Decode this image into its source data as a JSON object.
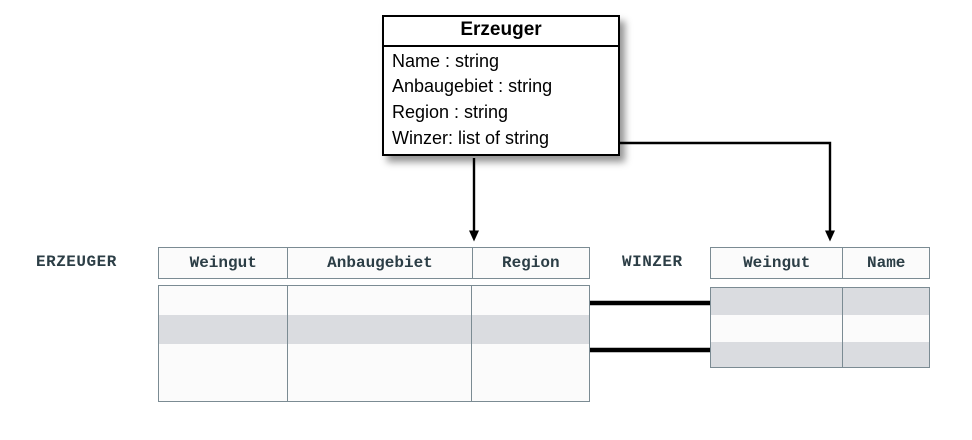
{
  "diagram": {
    "title_hidden": "",
    "uml_class": {
      "name": "Erzeuger",
      "attributes": [
        "Name : string",
        "Anbaugebiet : string",
        "Region : string",
        "Winzer: list of string"
      ]
    },
    "tables": [
      {
        "name": "ERZEUGER",
        "columns": [
          "Weingut",
          "Anbaugebiet",
          "Region"
        ],
        "row_count": 4,
        "highlighted_rows": [
          2
        ]
      },
      {
        "name": "WINZER",
        "columns": [
          "Weingut",
          "Name"
        ],
        "row_count": 3,
        "highlighted_rows": [
          1,
          3
        ]
      }
    ],
    "colors": {
      "line": "#000000",
      "table_border": "#7b8b93",
      "header_text": "#2c3e46",
      "row_highlight": "#dadce0",
      "row_background": "#fbfbfb",
      "class_border": "#000000",
      "class_background": "#ffffff"
    },
    "connectors": [
      {
        "kind": "mapping-arrow",
        "from": "Erzeuger class body",
        "to": "ERZEUGER table"
      },
      {
        "kind": "mapping-arrow",
        "from": "Winzer: list of string",
        "to": "WINZER table"
      },
      {
        "kind": "row-link",
        "from": "ERZEUGER row 2",
        "to": "WINZER rows 1 and 3"
      }
    ]
  }
}
